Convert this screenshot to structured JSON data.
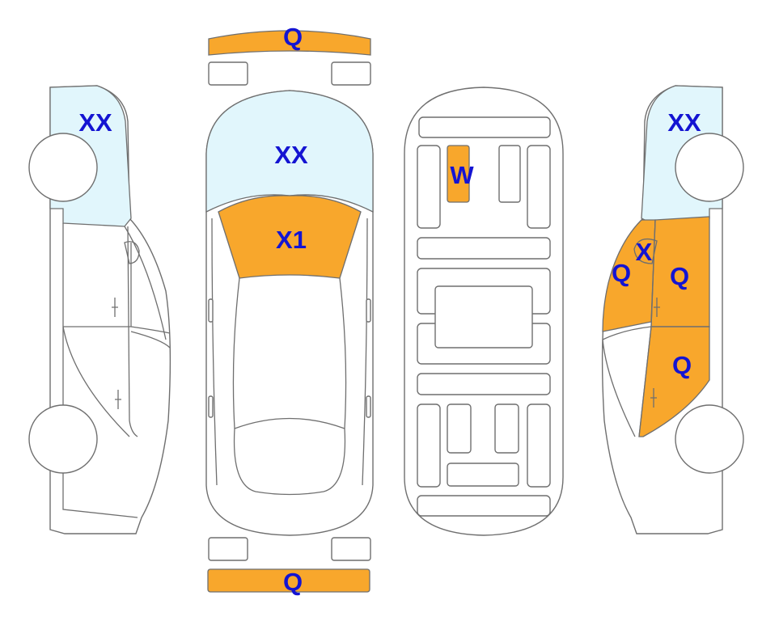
{
  "colors": {
    "glass": "#e1f6fc",
    "damage": "#f8a72c",
    "outline": "#6f6f6f",
    "label": "#1414d2"
  },
  "labels": {
    "front_bumper": "Q",
    "left_windshield": "XX",
    "top_windshield": "XX",
    "top_hood": "X1",
    "underbody": "W",
    "right_windshield": "XX",
    "right_fender_x": "X",
    "right_fender_q": "Q",
    "right_front_door": "Q",
    "right_rear_door": "Q",
    "rear_bumper": "Q"
  }
}
